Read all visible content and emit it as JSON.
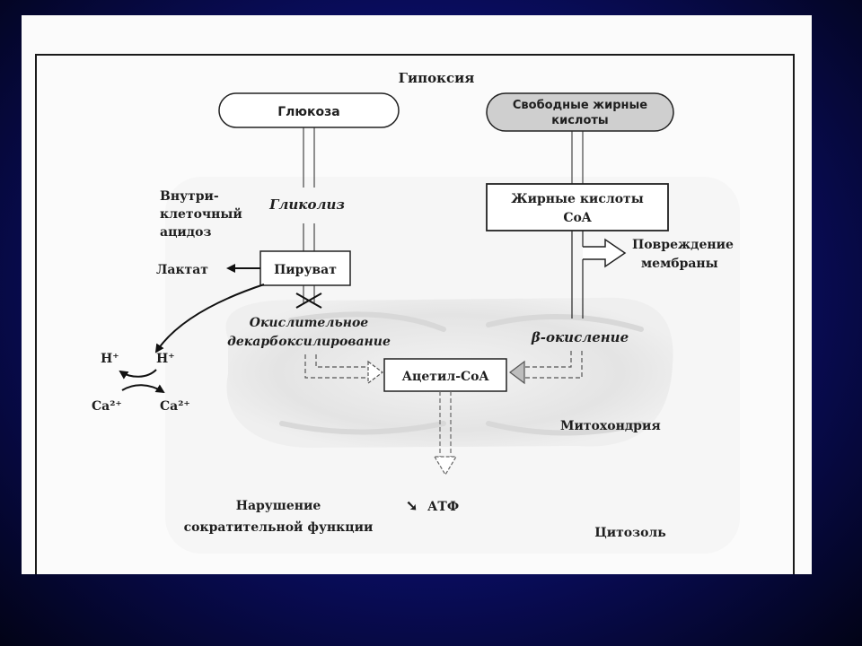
{
  "title": "Гипоксия",
  "glucose": "Глюкоза",
  "ffa_line1": "Свободные жирные",
  "ffa_line2": "кислоты",
  "fatty_coa_line1": "Жирные кислоты",
  "fatty_coa_line2": "CoA",
  "glycolysis": "Гликолиз",
  "acidosis_line1": "Внутри-",
  "acidosis_line2": "клеточный",
  "acidosis_line3": "ацидоз",
  "lactate": "Лактат",
  "pyruvate": "Пируват",
  "membrane_line1": "Повреждение",
  "membrane_line2": "мембраны",
  "oxid_decarb_line1": "Окислительное",
  "oxid_decarb_line2": "декарбоксилирование",
  "beta_oxidation": "β-окисление",
  "h_left": "H⁺",
  "h_right": "H⁺",
  "ca_left": "Ca²⁺",
  "ca_right": "Ca²⁺",
  "acetyl_coa": "Ацетил-CoA",
  "mitochondria": "Митохондрия",
  "contractile_line1": "Нарушение",
  "contractile_line2": "сократительной функции",
  "atp_arrow": "➘",
  "atp": "АТФ",
  "cytosol": "Цитозоль"
}
